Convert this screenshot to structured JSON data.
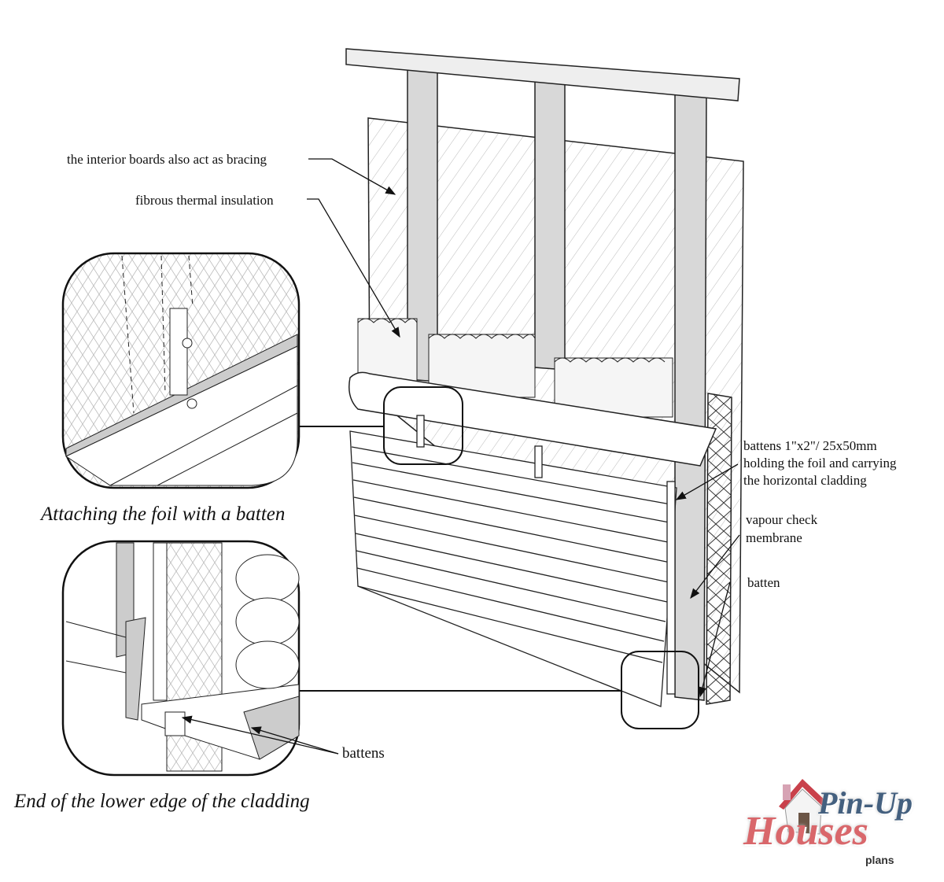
{
  "labels": {
    "interior_boards": "the interior boards also act as bracing",
    "insulation": "fibrous thermal insulation",
    "battens_line1": "battens 1\"x2\"/ 25x50mm",
    "battens_line2": "holding the foil and carrying",
    "battens_line3": "the horizontal cladding",
    "vapour_line1": "vapour check",
    "vapour_line2": "membrane",
    "batten": "batten",
    "battens_detail": "battens"
  },
  "captions": {
    "detail1": "Attaching the foil with a batten",
    "detail2": "End of the lower edge of the cladding"
  },
  "logo": {
    "line1": "Pin-Up",
    "line2": "Houses",
    "line3": "plans",
    "colors": {
      "blue": "#44607f",
      "red": "#d9676b"
    }
  }
}
